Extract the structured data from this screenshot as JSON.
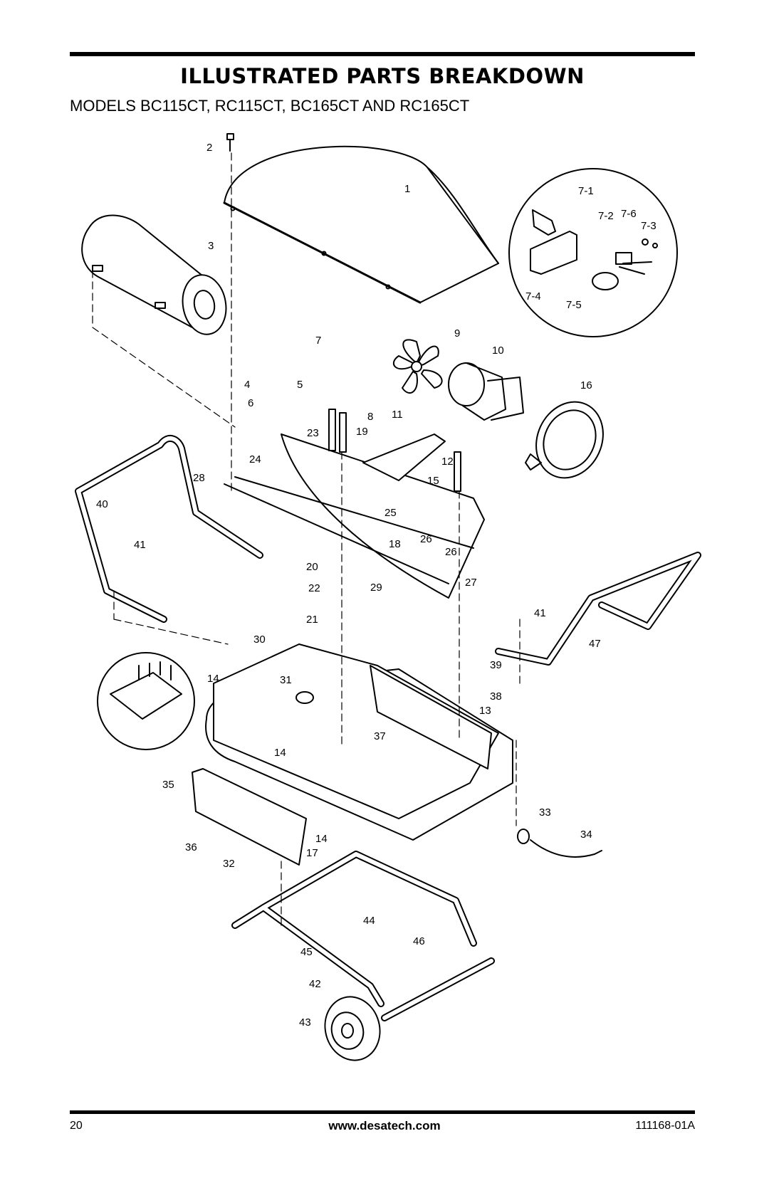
{
  "header": {
    "title": "ILLUSTRATED PARTS BREAKDOWN",
    "subtitle": "MODELS BC115CT, RC115CT, BC165CT AND RC165CT"
  },
  "diagram": {
    "callouts": [
      "1",
      "2",
      "3",
      "4",
      "5",
      "6",
      "7",
      "7-1",
      "7-2",
      "7-3",
      "7-4",
      "7-5",
      "7-6",
      "8",
      "9",
      "10",
      "11",
      "12",
      "13",
      "14",
      "14",
      "14",
      "15",
      "16",
      "17",
      "18",
      "19",
      "20",
      "21",
      "22",
      "23",
      "24",
      "25",
      "26",
      "26",
      "27",
      "28",
      "29",
      "30",
      "31",
      "32",
      "33",
      "34",
      "35",
      "36",
      "37",
      "38",
      "39",
      "40",
      "41",
      "41",
      "42",
      "43",
      "44",
      "45",
      "46",
      "47"
    ]
  },
  "footer": {
    "page_number": "20",
    "website": "www.desatech.com",
    "doc_number": "111168-01A"
  }
}
